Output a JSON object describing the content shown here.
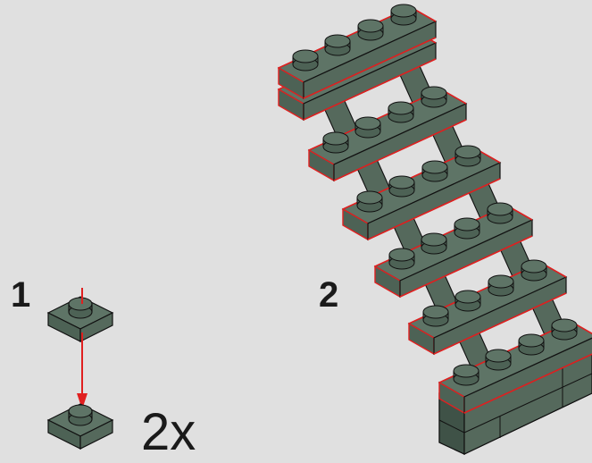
{
  "steps": [
    {
      "number": "1",
      "multiplier": "2x"
    },
    {
      "number": "2"
    }
  ],
  "colors": {
    "background": "#e0e0e0",
    "brick_top": "#5e7466",
    "brick_side": "#4d6255",
    "brick_dark": "#3f5247",
    "outline": "#111111",
    "highlight_edge": "#e02020"
  },
  "icons": {
    "part": "1x1-plate-icon",
    "arrow": "down-arrow-icon",
    "model": "staircase-icon"
  }
}
